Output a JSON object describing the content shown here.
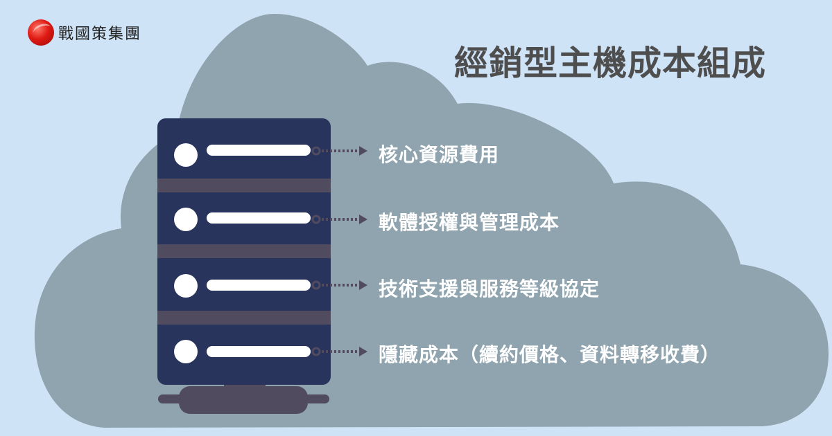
{
  "brand": {
    "name": "戰國策集團",
    "logo_icon": "red-sphere-logo-icon"
  },
  "title": "經銷型主機成本組成",
  "colors": {
    "background": "#cfe3f7",
    "cloud": "#8fa4ae",
    "server_body": "#29345d",
    "server_accent": "#514b60",
    "title_text": "#4e4e4e",
    "label_text": "#ffffff"
  },
  "items": [
    {
      "label": "核心資源費用"
    },
    {
      "label": "軟體授權與管理成本"
    },
    {
      "label": "技術支援與服務等級協定"
    },
    {
      "label": "隱藏成本（續約價格、資料轉移收費）"
    }
  ]
}
